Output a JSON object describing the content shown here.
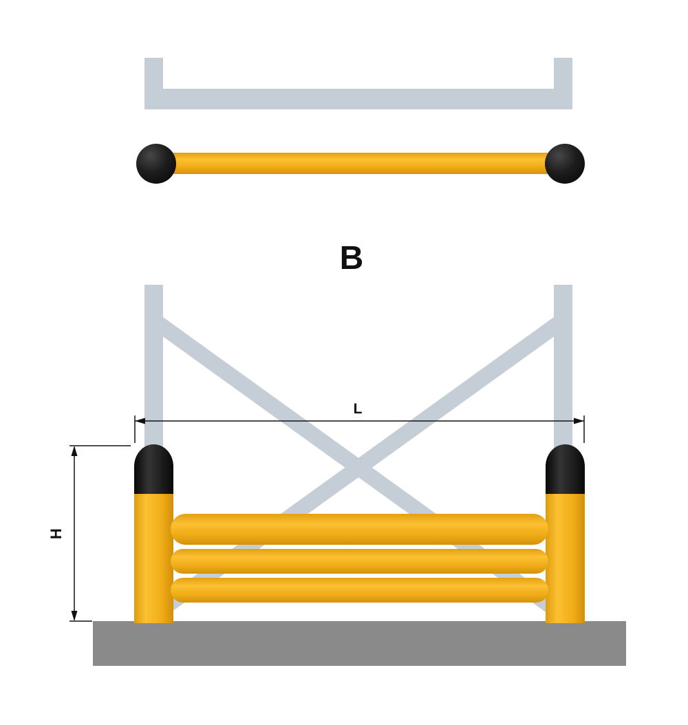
{
  "diagram": {
    "view_label": "B",
    "dim_length_label": "L",
    "dim_height_label": "H"
  },
  "colors": {
    "barrier_yellow": "#F2AE19",
    "barrier_yellow_light": "#FCC033",
    "barrier_yellow_dark": "#D2920C",
    "cap_black": "#141414",
    "rack_gray": "#C5CED6",
    "ground_gray": "#8A8A8A",
    "dimension_color": "#111111",
    "label_color": "#111111"
  }
}
